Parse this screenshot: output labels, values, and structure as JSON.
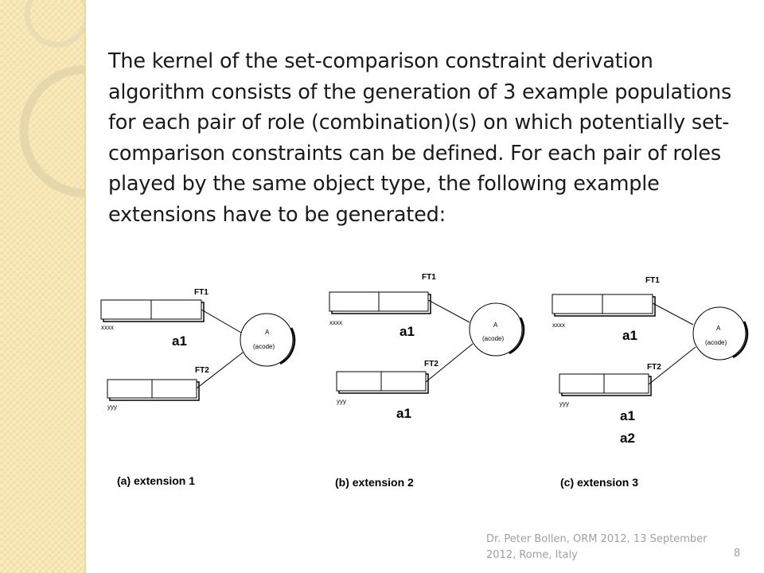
{
  "slide": {
    "body_text": "The kernel of the set-comparison constraint derivation algorithm consists of the generation of 3 example populations for each pair of role (combination)(s) on which potentially set-comparison constraints can be defined. For each pair of roles played by the same object type, the following example extensions have to be generated:",
    "footer": "Dr. Peter Bollen, ORM 2012, 13 September 2012,  Rome, Italy",
    "page_number": "8"
  },
  "diagram": {
    "panels": [
      {
        "caption": "(a) extension 1",
        "fact_type_1": {
          "name": "FT1",
          "label": "xxxx",
          "population": [
            "a1"
          ]
        },
        "fact_type_2": {
          "name": "FT2",
          "label": "yyy",
          "population": []
        },
        "object_type": {
          "name": "A",
          "ref": "(acode)"
        }
      },
      {
        "caption": "(b) extension 2",
        "fact_type_1": {
          "name": "FT1",
          "label": "xxxx",
          "population": [
            "a1"
          ]
        },
        "fact_type_2": {
          "name": "FT2",
          "label": "yyy",
          "population": [
            "a1"
          ]
        },
        "object_type": {
          "name": "A",
          "ref": "(acode)"
        }
      },
      {
        "caption": "(c) extension 3",
        "fact_type_1": {
          "name": "FT1",
          "label": "xxxx",
          "population": [
            "a1"
          ]
        },
        "fact_type_2": {
          "name": "FT2",
          "label": "yyy",
          "population": [
            "a1",
            "a2"
          ]
        },
        "object_type": {
          "name": "A",
          "ref": "(acode)"
        }
      }
    ]
  }
}
